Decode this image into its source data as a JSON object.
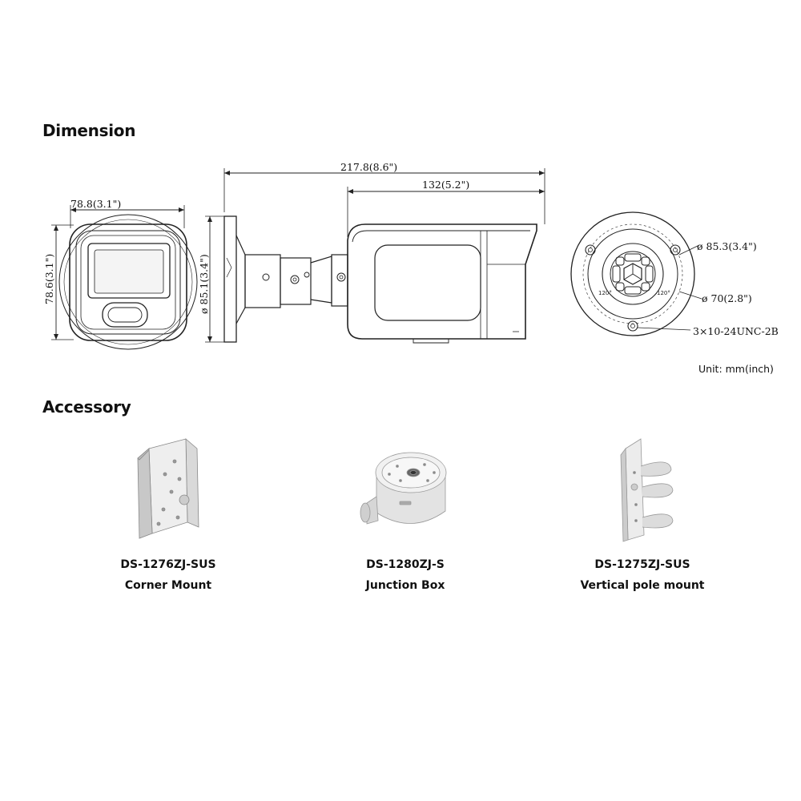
{
  "sections": {
    "dimension_title": "Dimension",
    "accessory_title": "Accessory"
  },
  "dimensions": {
    "front_width": "78.8(3.1\")",
    "front_height": "78.6(3.1\")",
    "mount_dia": "ø 85.1(3.4\")",
    "total_length": "217.8(8.6\")",
    "body_length": "132(5.2\")",
    "base_outer_dia": "ø 85.3(3.4\")",
    "base_hole_circle": "ø 70(2.8\")",
    "screw_spec": "3×10-24UNC-2B",
    "angle_left": "120°",
    "angle_right": "120°",
    "unit_note": "Unit: mm(inch)"
  },
  "accessories": [
    {
      "model": "DS-1276ZJ-SUS",
      "name": "Corner Mount"
    },
    {
      "model": "DS-1280ZJ-S",
      "name": "Junction Box"
    },
    {
      "model": "DS-1275ZJ-SUS",
      "name": "Vertical pole mount"
    }
  ]
}
